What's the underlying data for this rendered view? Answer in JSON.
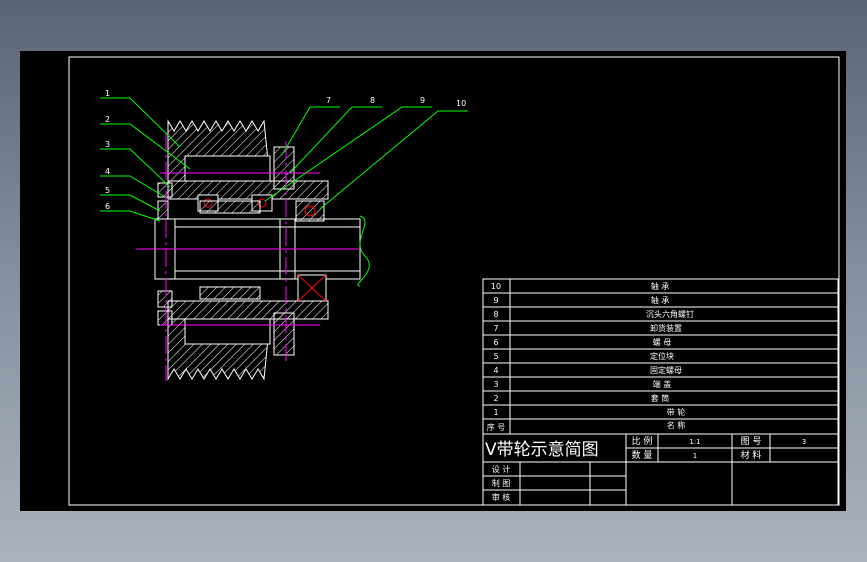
{
  "leaders": [
    "1",
    "2",
    "3",
    "4",
    "5",
    "6",
    "7",
    "8",
    "9",
    "10"
  ],
  "bom_rows": [
    {
      "no": "10",
      "name": "轴 承"
    },
    {
      "no": "9",
      "name": "轴 承"
    },
    {
      "no": "8",
      "name": "沉头六角螺钉"
    },
    {
      "no": "7",
      "name": "卸货装置"
    },
    {
      "no": "6",
      "name": "螺 母"
    },
    {
      "no": "5",
      "name": "定位块"
    },
    {
      "no": "4",
      "name": "固定螺母"
    },
    {
      "no": "3",
      "name": "端 盖"
    },
    {
      "no": "2",
      "name": "套 筒"
    },
    {
      "no": "1",
      "name": "带 轮"
    }
  ],
  "bom_header": {
    "no": "序 号",
    "name": "名 称"
  },
  "title_block": {
    "title": "V带轮示意简图",
    "scale_label": "比 例",
    "scale_value": "1:1",
    "qty_label": "数 量",
    "qty_value": "1",
    "drawing_no_label": "图 号",
    "drawing_no_value": "3",
    "material_label": "材 料",
    "design_label": "设 计",
    "draw_label": "制 图",
    "check_label": "审 核"
  },
  "colors": {
    "background": "#000000",
    "frame": "#ffffff",
    "leader": "#00ff00",
    "centerline": "#ff00ff",
    "geometry": "#ffffff",
    "hatch": "#ffffff",
    "accent": "#ff0000"
  }
}
